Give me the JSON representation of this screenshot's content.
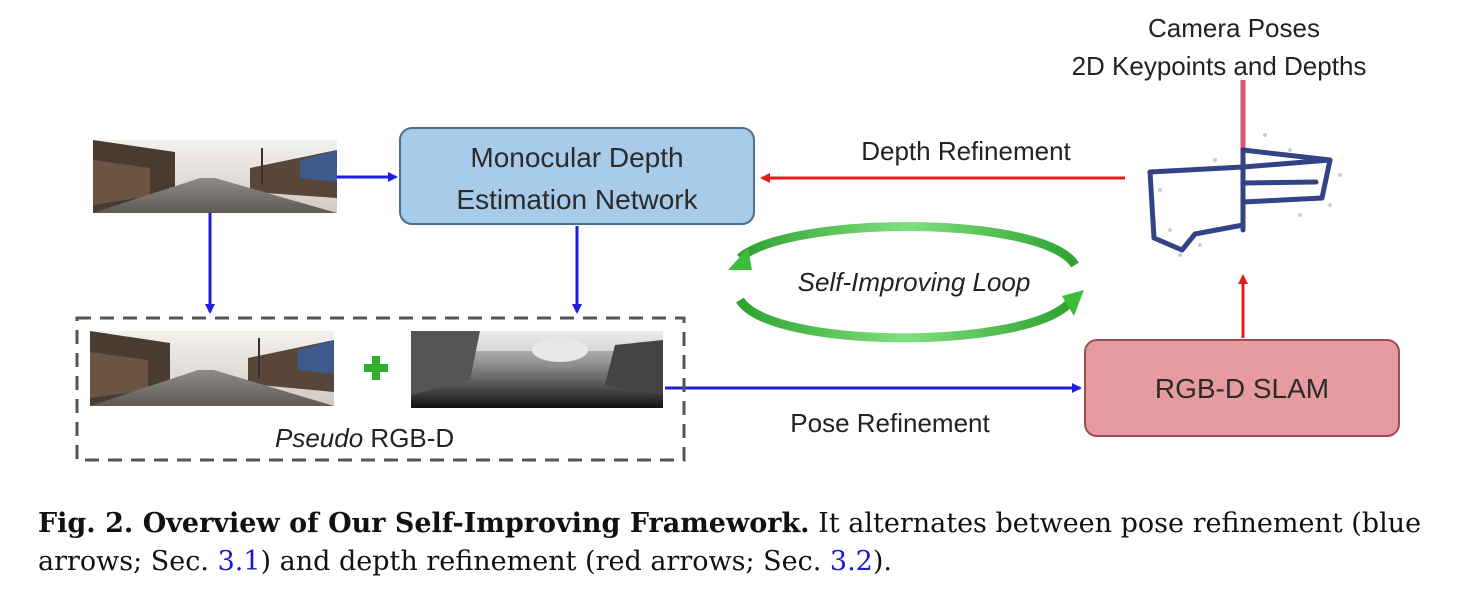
{
  "figure": {
    "top_label_1": "Camera Poses",
    "top_label_2": "2D Keypoints and Depths",
    "depth_network_line1": "Monocular Depth",
    "depth_network_line2": "Estimation Network",
    "depth_refinement": "Depth Refinement",
    "loop_label": "Self-Improving Loop",
    "pose_refinement": "Pose Refinement",
    "slam": "RGB-D SLAM",
    "pseudo_italic": "Pseudo",
    "pseudo_rest": " RGB-D",
    "colors": {
      "blue_arrow": "#1e1ee0",
      "red_arrow": "#e01b1b",
      "network_box": "#a7cbe9",
      "slam_box": "#e79a9f",
      "loop_green": "#3bbd3b",
      "plus_green": "#2fae2f"
    },
    "icons": [
      "street-photo",
      "depth-map",
      "plus-icon",
      "point-cloud-trajectory"
    ]
  },
  "caption": {
    "bold": "Fig. 2. Overview of Our Self-Improving Framework.",
    "part1": " It alternates between pose refinement (blue arrows; Sec. ",
    "ref1": "3.1",
    "part2": ") and depth refinement (red arrows; Sec. ",
    "ref2": "3.2",
    "part3": ")."
  }
}
